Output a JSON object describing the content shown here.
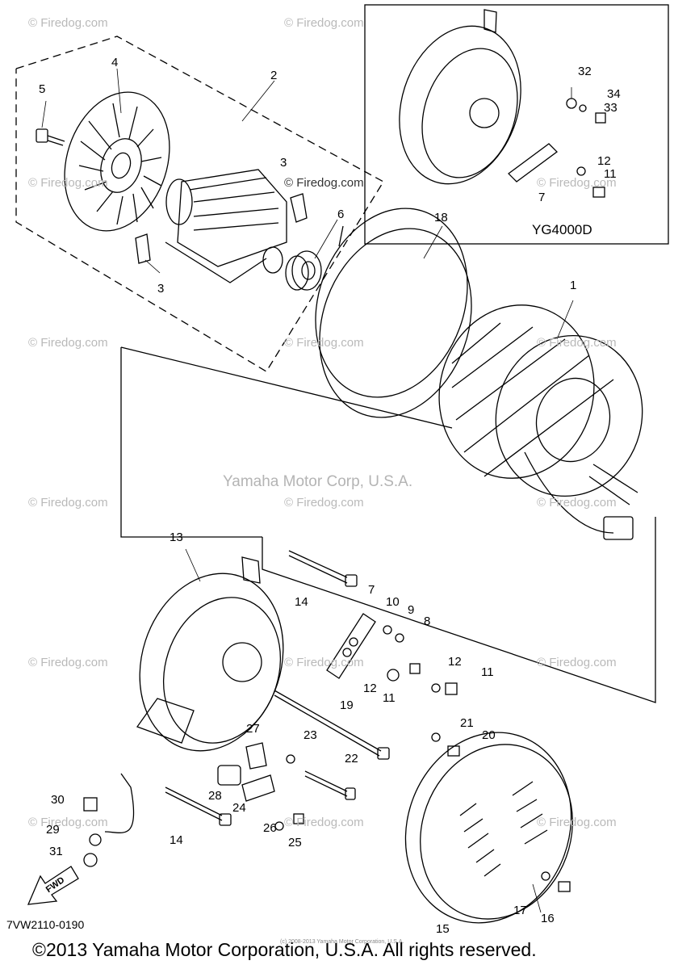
{
  "diagram": {
    "model_label": "YG4000D",
    "part_code": "7VW2110-0190",
    "center_watermark": "Yamaha Motor Corp, U.S.A.",
    "copyright": "©2013 Yamaha Motor Corporation, U.S.A. All rights reserved.",
    "tiny_note": "(c) 2008-2013 Yamaha Motor Corporation, U.S.A.",
    "fwd_label": "FWD",
    "watermark_text": "© Firedog.com",
    "callouts": [
      {
        "id": "c1",
        "text": "1"
      },
      {
        "id": "c2",
        "text": "2"
      },
      {
        "id": "c3a",
        "text": "3"
      },
      {
        "id": "c3b",
        "text": "3"
      },
      {
        "id": "c4",
        "text": "4"
      },
      {
        "id": "c5",
        "text": "5"
      },
      {
        "id": "c6",
        "text": "6"
      },
      {
        "id": "c7a",
        "text": "7"
      },
      {
        "id": "c7b",
        "text": "7"
      },
      {
        "id": "c8",
        "text": "8"
      },
      {
        "id": "c9",
        "text": "9"
      },
      {
        "id": "c10",
        "text": "10"
      },
      {
        "id": "c11a",
        "text": "11"
      },
      {
        "id": "c11b",
        "text": "11"
      },
      {
        "id": "c11c",
        "text": "11"
      },
      {
        "id": "c12a",
        "text": "12"
      },
      {
        "id": "c12b",
        "text": "12"
      },
      {
        "id": "c12c",
        "text": "12"
      },
      {
        "id": "c13",
        "text": "13"
      },
      {
        "id": "c14a",
        "text": "14"
      },
      {
        "id": "c14b",
        "text": "14"
      },
      {
        "id": "c15",
        "text": "15"
      },
      {
        "id": "c16",
        "text": "16"
      },
      {
        "id": "c17",
        "text": "17"
      },
      {
        "id": "c18",
        "text": "18"
      },
      {
        "id": "c19",
        "text": "19"
      },
      {
        "id": "c20",
        "text": "20"
      },
      {
        "id": "c21",
        "text": "21"
      },
      {
        "id": "c22",
        "text": "22"
      },
      {
        "id": "c23",
        "text": "23"
      },
      {
        "id": "c24",
        "text": "24"
      },
      {
        "id": "c25",
        "text": "25"
      },
      {
        "id": "c26",
        "text": "26"
      },
      {
        "id": "c27",
        "text": "27"
      },
      {
        "id": "c28",
        "text": "28"
      },
      {
        "id": "c29",
        "text": "29"
      },
      {
        "id": "c30",
        "text": "30"
      },
      {
        "id": "c31",
        "text": "31"
      },
      {
        "id": "c32",
        "text": "32"
      },
      {
        "id": "c33",
        "text": "33"
      },
      {
        "id": "c34",
        "text": "34"
      }
    ]
  }
}
